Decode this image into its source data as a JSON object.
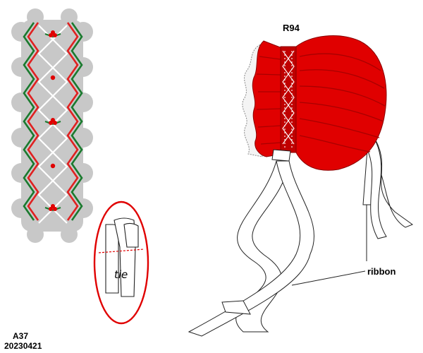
{
  "labels": {
    "model_code": "R94",
    "ribbon": "ribbon",
    "tie": "tie",
    "sheet_code": "A37",
    "date": "20230421"
  },
  "colors": {
    "bonnet_red": "#e00000",
    "bonnet_shadow": "#a80000",
    "smocking_green": "#1a7a2e",
    "smocking_red": "#e02020",
    "panel_gray": "#c8c8c8",
    "callout_red": "#e00000"
  }
}
